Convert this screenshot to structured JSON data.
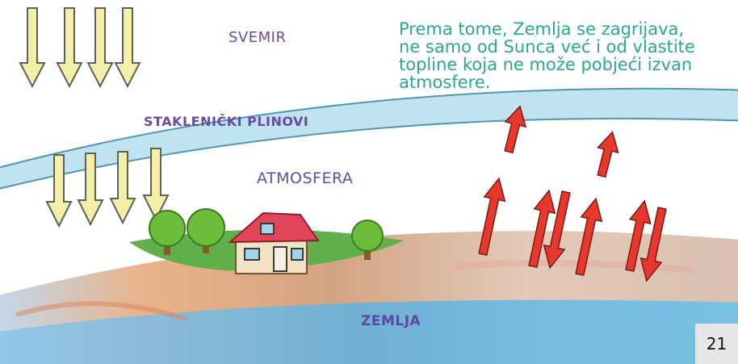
{
  "labels": {
    "space": "SVEMIR",
    "greenhouse_gases": "STAKLENIČKI PLINOVI",
    "atmosphere": "ATMOSFERA",
    "earth": "ZEMLJA"
  },
  "caption": {
    "lines": [
      "Prema tome, Zemlja se zagrijava,",
      "ne samo od Sunca već i od vlastite",
      "topline koja ne može pobjeći izvan",
      "atmosfere."
    ]
  },
  "page_number": "21",
  "colors": {
    "label": "#6a48a8",
    "caption": "#2aa88f",
    "sun_arrow_fill": "#f3f0a6",
    "heat_arrow_fill": "#e8372c",
    "gas_band": "#bfe3ef",
    "gas_band_outline": "#4f97b0",
    "grass": "#5fb04a",
    "roof": "#e0455a",
    "tree": "#6cbd3a",
    "page_number_bg": "#e6e6e6"
  },
  "icons": {
    "sun_rays": "yellow-down-arrow",
    "heat_rays": "red-up-arrow",
    "house": "house-icon",
    "trees": "tree-icon"
  }
}
